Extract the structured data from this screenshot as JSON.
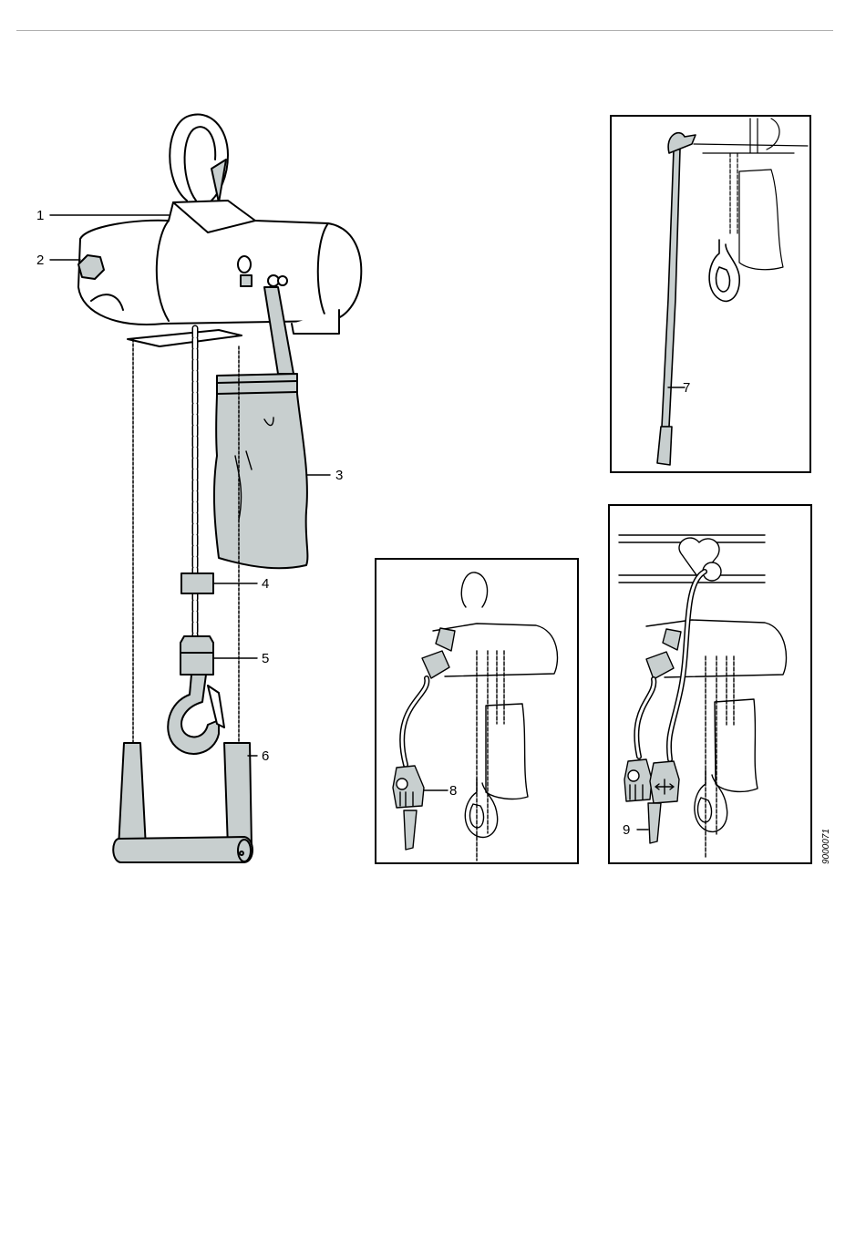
{
  "callouts": {
    "c1": "1",
    "c2": "2",
    "c3": "3",
    "c4": "4",
    "c5": "5",
    "c6": "6",
    "c7": "7",
    "c8": "8",
    "c9": "9"
  },
  "figure_id": "9000071",
  "colors": {
    "fill": "#c8cfcf",
    "line": "#000000",
    "rule": "#b0b0b0"
  }
}
